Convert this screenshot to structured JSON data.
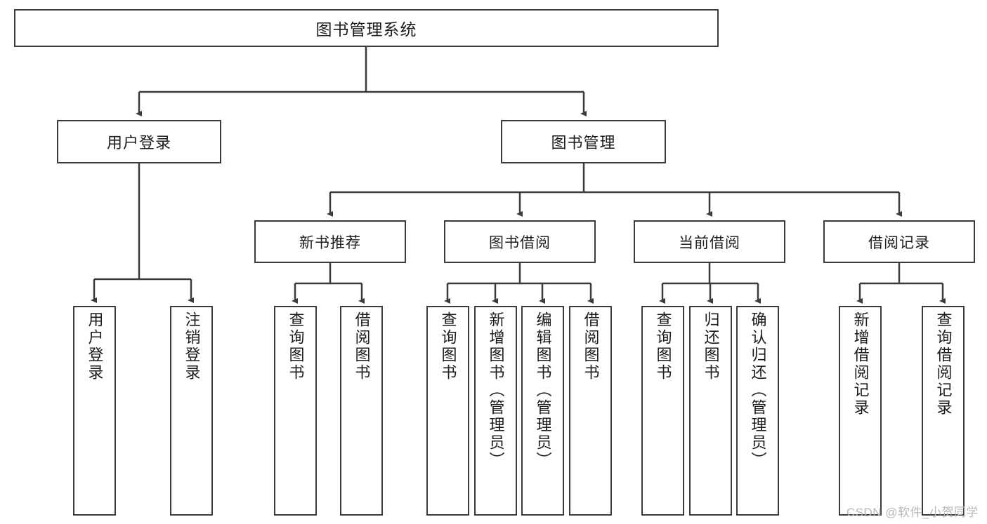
{
  "diagram": {
    "title": "图书管理系统",
    "watermark": "CSDN @软件_小贺同学",
    "colors": {
      "border": "#3b3b3b",
      "text": "#1b1b1b",
      "background": "#ffffff",
      "watermark": "#b8b8b8"
    },
    "root": {
      "label": "图书管理系统"
    },
    "level2": [
      {
        "label": "用户登录"
      },
      {
        "label": "图书管理"
      }
    ],
    "level3": [
      {
        "label": "新书推荐"
      },
      {
        "label": "图书借阅"
      },
      {
        "label": "当前借阅"
      },
      {
        "label": "借阅记录"
      }
    ],
    "leaves": {
      "user_login": [
        {
          "label": "用户登录"
        },
        {
          "label": "注销登录"
        }
      ],
      "new_book_recommend": [
        {
          "label": "查询图书"
        },
        {
          "label": "借阅图书"
        }
      ],
      "book_borrow": [
        {
          "label": "查询图书"
        },
        {
          "label": "新增图书（管理员）"
        },
        {
          "label": "编辑图书（管理员）"
        },
        {
          "label": "借阅图书"
        }
      ],
      "current_borrow": [
        {
          "label": "查询图书"
        },
        {
          "label": "归还图书"
        },
        {
          "label": "确认归还（管理员）"
        }
      ],
      "borrow_record": [
        {
          "label": "新增借阅记录"
        },
        {
          "label": "查询借阅记录"
        }
      ]
    }
  }
}
